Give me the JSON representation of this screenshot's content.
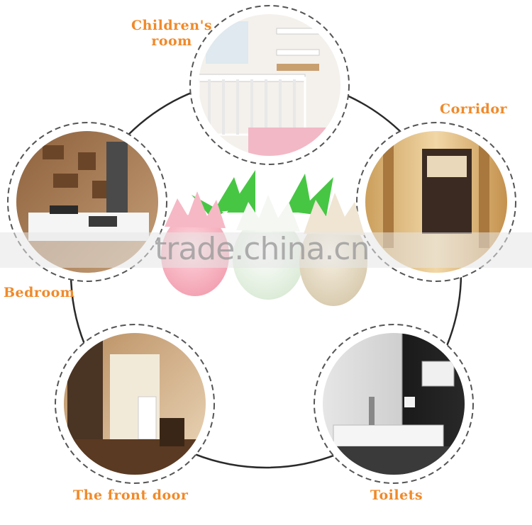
{
  "rooms": [
    {
      "id": "childrens-room",
      "label": "Children's\nroom",
      "label_lines": [
        "Children's",
        "room"
      ]
    },
    {
      "id": "corridor",
      "label": "Corridor"
    },
    {
      "id": "bedroom",
      "label": "Bedroom"
    },
    {
      "id": "front-door",
      "label": "The front door"
    },
    {
      "id": "toilets",
      "label": "Toilets"
    }
  ],
  "watermark": "trade.china.cn",
  "colors": {
    "label": "#f08a2a",
    "ring": "#2a2a2a",
    "dash": "#555555"
  }
}
